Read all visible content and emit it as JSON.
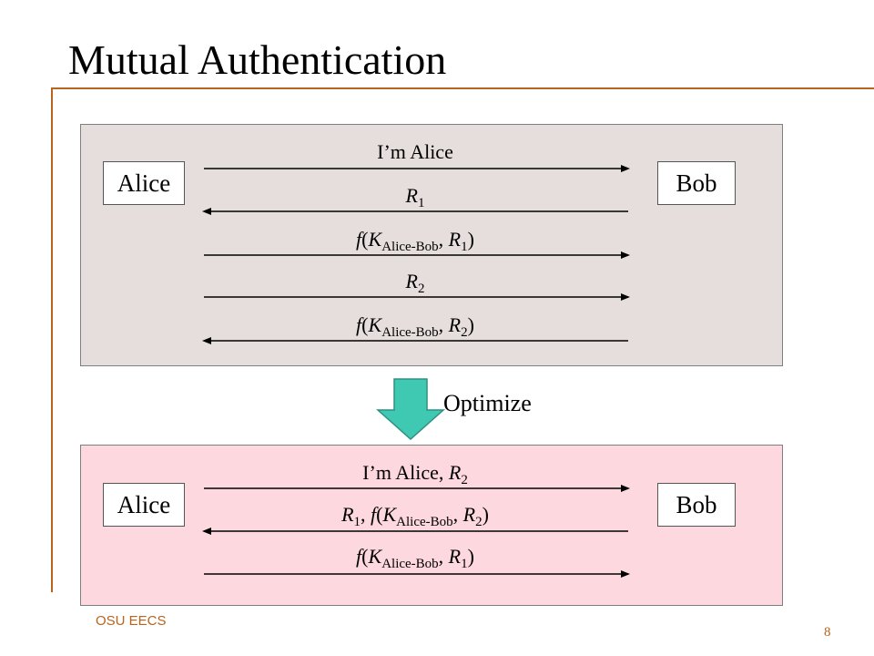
{
  "slide": {
    "title": "Mutual Authentication",
    "footer": "OSU EECS",
    "page_number": "8"
  },
  "top_diagram": {
    "left_party": "Alice",
    "right_party": "Bob",
    "messages": [
      {
        "parts": [
          {
            "t": "I’m Alice",
            "i": false,
            "s": false
          }
        ],
        "direction": "to-bob"
      },
      {
        "parts": [
          {
            "t": "R",
            "i": true,
            "s": false
          },
          {
            "t": "1",
            "i": false,
            "s": true
          }
        ],
        "direction": "to-alice"
      },
      {
        "parts": [
          {
            "t": "f",
            "i": true,
            "s": false
          },
          {
            "t": "(",
            "i": false,
            "s": false
          },
          {
            "t": "K",
            "i": true,
            "s": false
          },
          {
            "t": "Alice-Bob",
            "i": false,
            "s": true
          },
          {
            "t": ", ",
            "i": false,
            "s": false
          },
          {
            "t": "R",
            "i": true,
            "s": false
          },
          {
            "t": "1",
            "i": false,
            "s": true
          },
          {
            "t": ")",
            "i": false,
            "s": false
          }
        ],
        "direction": "to-bob"
      },
      {
        "parts": [
          {
            "t": "R",
            "i": true,
            "s": false
          },
          {
            "t": "2",
            "i": false,
            "s": true
          }
        ],
        "direction": "to-bob"
      },
      {
        "parts": [
          {
            "t": "f",
            "i": true,
            "s": false
          },
          {
            "t": "(",
            "i": false,
            "s": false
          },
          {
            "t": "K",
            "i": true,
            "s": false
          },
          {
            "t": "Alice-Bob",
            "i": false,
            "s": true
          },
          {
            "t": ", ",
            "i": false,
            "s": false
          },
          {
            "t": "R",
            "i": true,
            "s": false
          },
          {
            "t": "2",
            "i": false,
            "s": true
          },
          {
            "t": ")",
            "i": false,
            "s": false
          }
        ],
        "direction": "to-alice"
      }
    ]
  },
  "transition": {
    "label": "Optimize",
    "arrow_color": "#3fc9b3"
  },
  "bottom_diagram": {
    "left_party": "Alice",
    "right_party": "Bob",
    "messages": [
      {
        "parts": [
          {
            "t": "I’m Alice, ",
            "i": false,
            "s": false
          },
          {
            "t": "R",
            "i": true,
            "s": false
          },
          {
            "t": "2",
            "i": false,
            "s": true
          }
        ],
        "direction": "to-bob"
      },
      {
        "parts": [
          {
            "t": "R",
            "i": true,
            "s": false
          },
          {
            "t": "1",
            "i": false,
            "s": true
          },
          {
            "t": ", ",
            "i": false,
            "s": false
          },
          {
            "t": "f",
            "i": true,
            "s": false
          },
          {
            "t": "(",
            "i": false,
            "s": false
          },
          {
            "t": "K",
            "i": true,
            "s": false
          },
          {
            "t": "Alice-Bob",
            "i": false,
            "s": true
          },
          {
            "t": ", ",
            "i": false,
            "s": false
          },
          {
            "t": "R",
            "i": true,
            "s": false
          },
          {
            "t": "2",
            "i": false,
            "s": true
          },
          {
            "t": ")",
            "i": false,
            "s": false
          }
        ],
        "direction": "to-alice"
      },
      {
        "parts": [
          {
            "t": "f",
            "i": true,
            "s": false
          },
          {
            "t": "(",
            "i": false,
            "s": false
          },
          {
            "t": "K",
            "i": true,
            "s": false
          },
          {
            "t": "Alice-Bob",
            "i": false,
            "s": true
          },
          {
            "t": ", ",
            "i": false,
            "s": false
          },
          {
            "t": "R",
            "i": true,
            "s": false
          },
          {
            "t": "1",
            "i": false,
            "s": true
          },
          {
            "t": ")",
            "i": false,
            "s": false
          }
        ],
        "direction": "to-bob"
      }
    ]
  },
  "colors": {
    "accent": "#b5651d",
    "top_panel": "#e6dedd",
    "bottom_panel": "#fdd8df"
  }
}
